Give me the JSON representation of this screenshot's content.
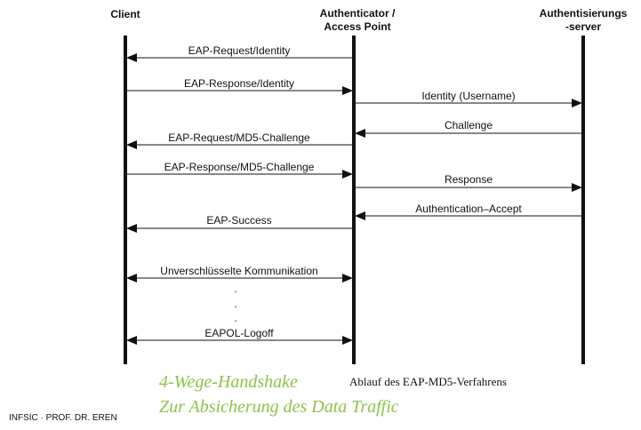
{
  "participants": {
    "client": {
      "title_lines": [
        "Client"
      ]
    },
    "authenticator": {
      "title_lines": [
        "Authenticator /",
        "Access Point"
      ]
    },
    "server": {
      "title_lines": [
        "Authentisierungs",
        "-server"
      ]
    }
  },
  "messages": [
    {
      "label": "EAP-Request/Identity",
      "from": "authenticator",
      "to": "client"
    },
    {
      "label": "EAP-Response/Identity",
      "from": "client",
      "to": "authenticator"
    },
    {
      "label": "Identity (Username)",
      "from": "authenticator",
      "to": "server"
    },
    {
      "label": "Challenge",
      "from": "server",
      "to": "authenticator"
    },
    {
      "label": "EAP-Request/MD5-Challenge",
      "from": "authenticator",
      "to": "client"
    },
    {
      "label": "EAP-Response/MD5-Challenge",
      "from": "client",
      "to": "authenticator"
    },
    {
      "label": "Response",
      "from": "authenticator",
      "to": "server"
    },
    {
      "label": "Authentication–Accept",
      "from": "server",
      "to": "authenticator"
    },
    {
      "label": "EAP-Success",
      "from": "authenticator",
      "to": "client"
    },
    {
      "label": "Unverschlüsselte Kommunikation",
      "from": "client",
      "to": "authenticator",
      "bidirectional": true
    },
    {
      "label": "EAPOL-Logoff",
      "from": "client",
      "to": "authenticator",
      "bidirectional": true
    }
  ],
  "ellipsis_dots": [
    ".",
    ".",
    "."
  ],
  "captions": {
    "handshake_line1": "4-Wege-Handshake",
    "handshake_line2": "Zur Absicherung des Data Traffic",
    "figure_caption": "Ablauf des EAP-MD5-Verfahrens"
  },
  "footer": {
    "credit": "INFSIC · PROF. DR. EREN"
  },
  "colors": {
    "lines": "#111111",
    "handshake_caption": "#8cc24a"
  }
}
